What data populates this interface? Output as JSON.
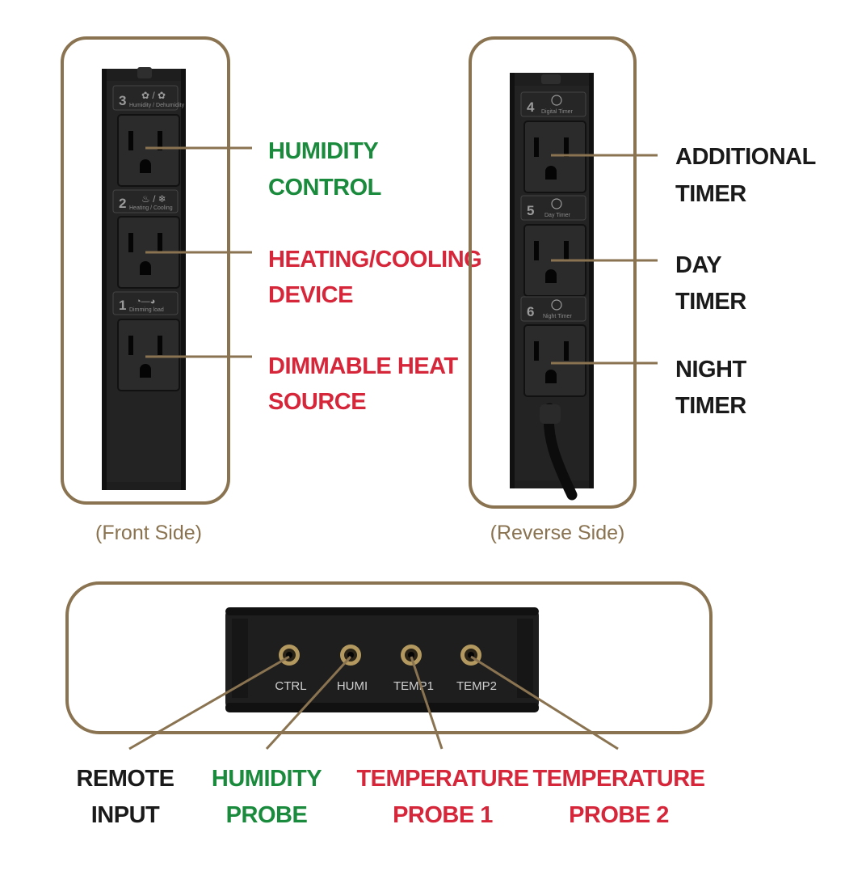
{
  "colors": {
    "frame": "#8a7350",
    "green": "#1a8a3c",
    "red": "#d6263a",
    "black": "#1a1a1a",
    "device": "#1e1e1e",
    "outlet": "#2b2b2b",
    "brass": "#b3995f"
  },
  "front": {
    "caption": "(Front Side)",
    "outlets": [
      {
        "number": "3",
        "sublabel": "Humidity / Dehumidity",
        "label_line1": "HUMIDITY",
        "label_line2": "CONTROL",
        "color": "green"
      },
      {
        "number": "2",
        "sublabel": "Heating / Cooling",
        "label_line1": "HEATING/COOLING",
        "label_line2": "DEVICE",
        "color": "red"
      },
      {
        "number": "1",
        "sublabel": "Dimming load",
        "label_line1": "DIMMABLE HEAT",
        "label_line2": "SOURCE",
        "color": "red"
      }
    ]
  },
  "reverse": {
    "caption": "(Reverse Side)",
    "outlets": [
      {
        "number": "4",
        "sublabel": "Digital Timer",
        "label_line1": "ADDITIONAL",
        "label_line2": "TIMER",
        "color": "black"
      },
      {
        "number": "5",
        "sublabel": "Day Timer",
        "label_line1": "DAY",
        "label_line2": "TIMER",
        "color": "black"
      },
      {
        "number": "6",
        "sublabel": "Night Timer",
        "label_line1": "NIGHT",
        "label_line2": "TIMER",
        "color": "black"
      }
    ]
  },
  "bottom": {
    "ports": [
      {
        "name": "CTRL",
        "label_line1": "REMOTE",
        "label_line2": "INPUT",
        "color": "black"
      },
      {
        "name": "HUMI",
        "label_line1": "HUMIDITY",
        "label_line2": "PROBE",
        "color": "green"
      },
      {
        "name": "TEMP1",
        "label_line1": "TEMPERATURE",
        "label_line2": "PROBE 1",
        "color": "red"
      },
      {
        "name": "TEMP2",
        "label_line1": "TEMPERATURE",
        "label_line2": "PROBE 2",
        "color": "red"
      }
    ]
  }
}
